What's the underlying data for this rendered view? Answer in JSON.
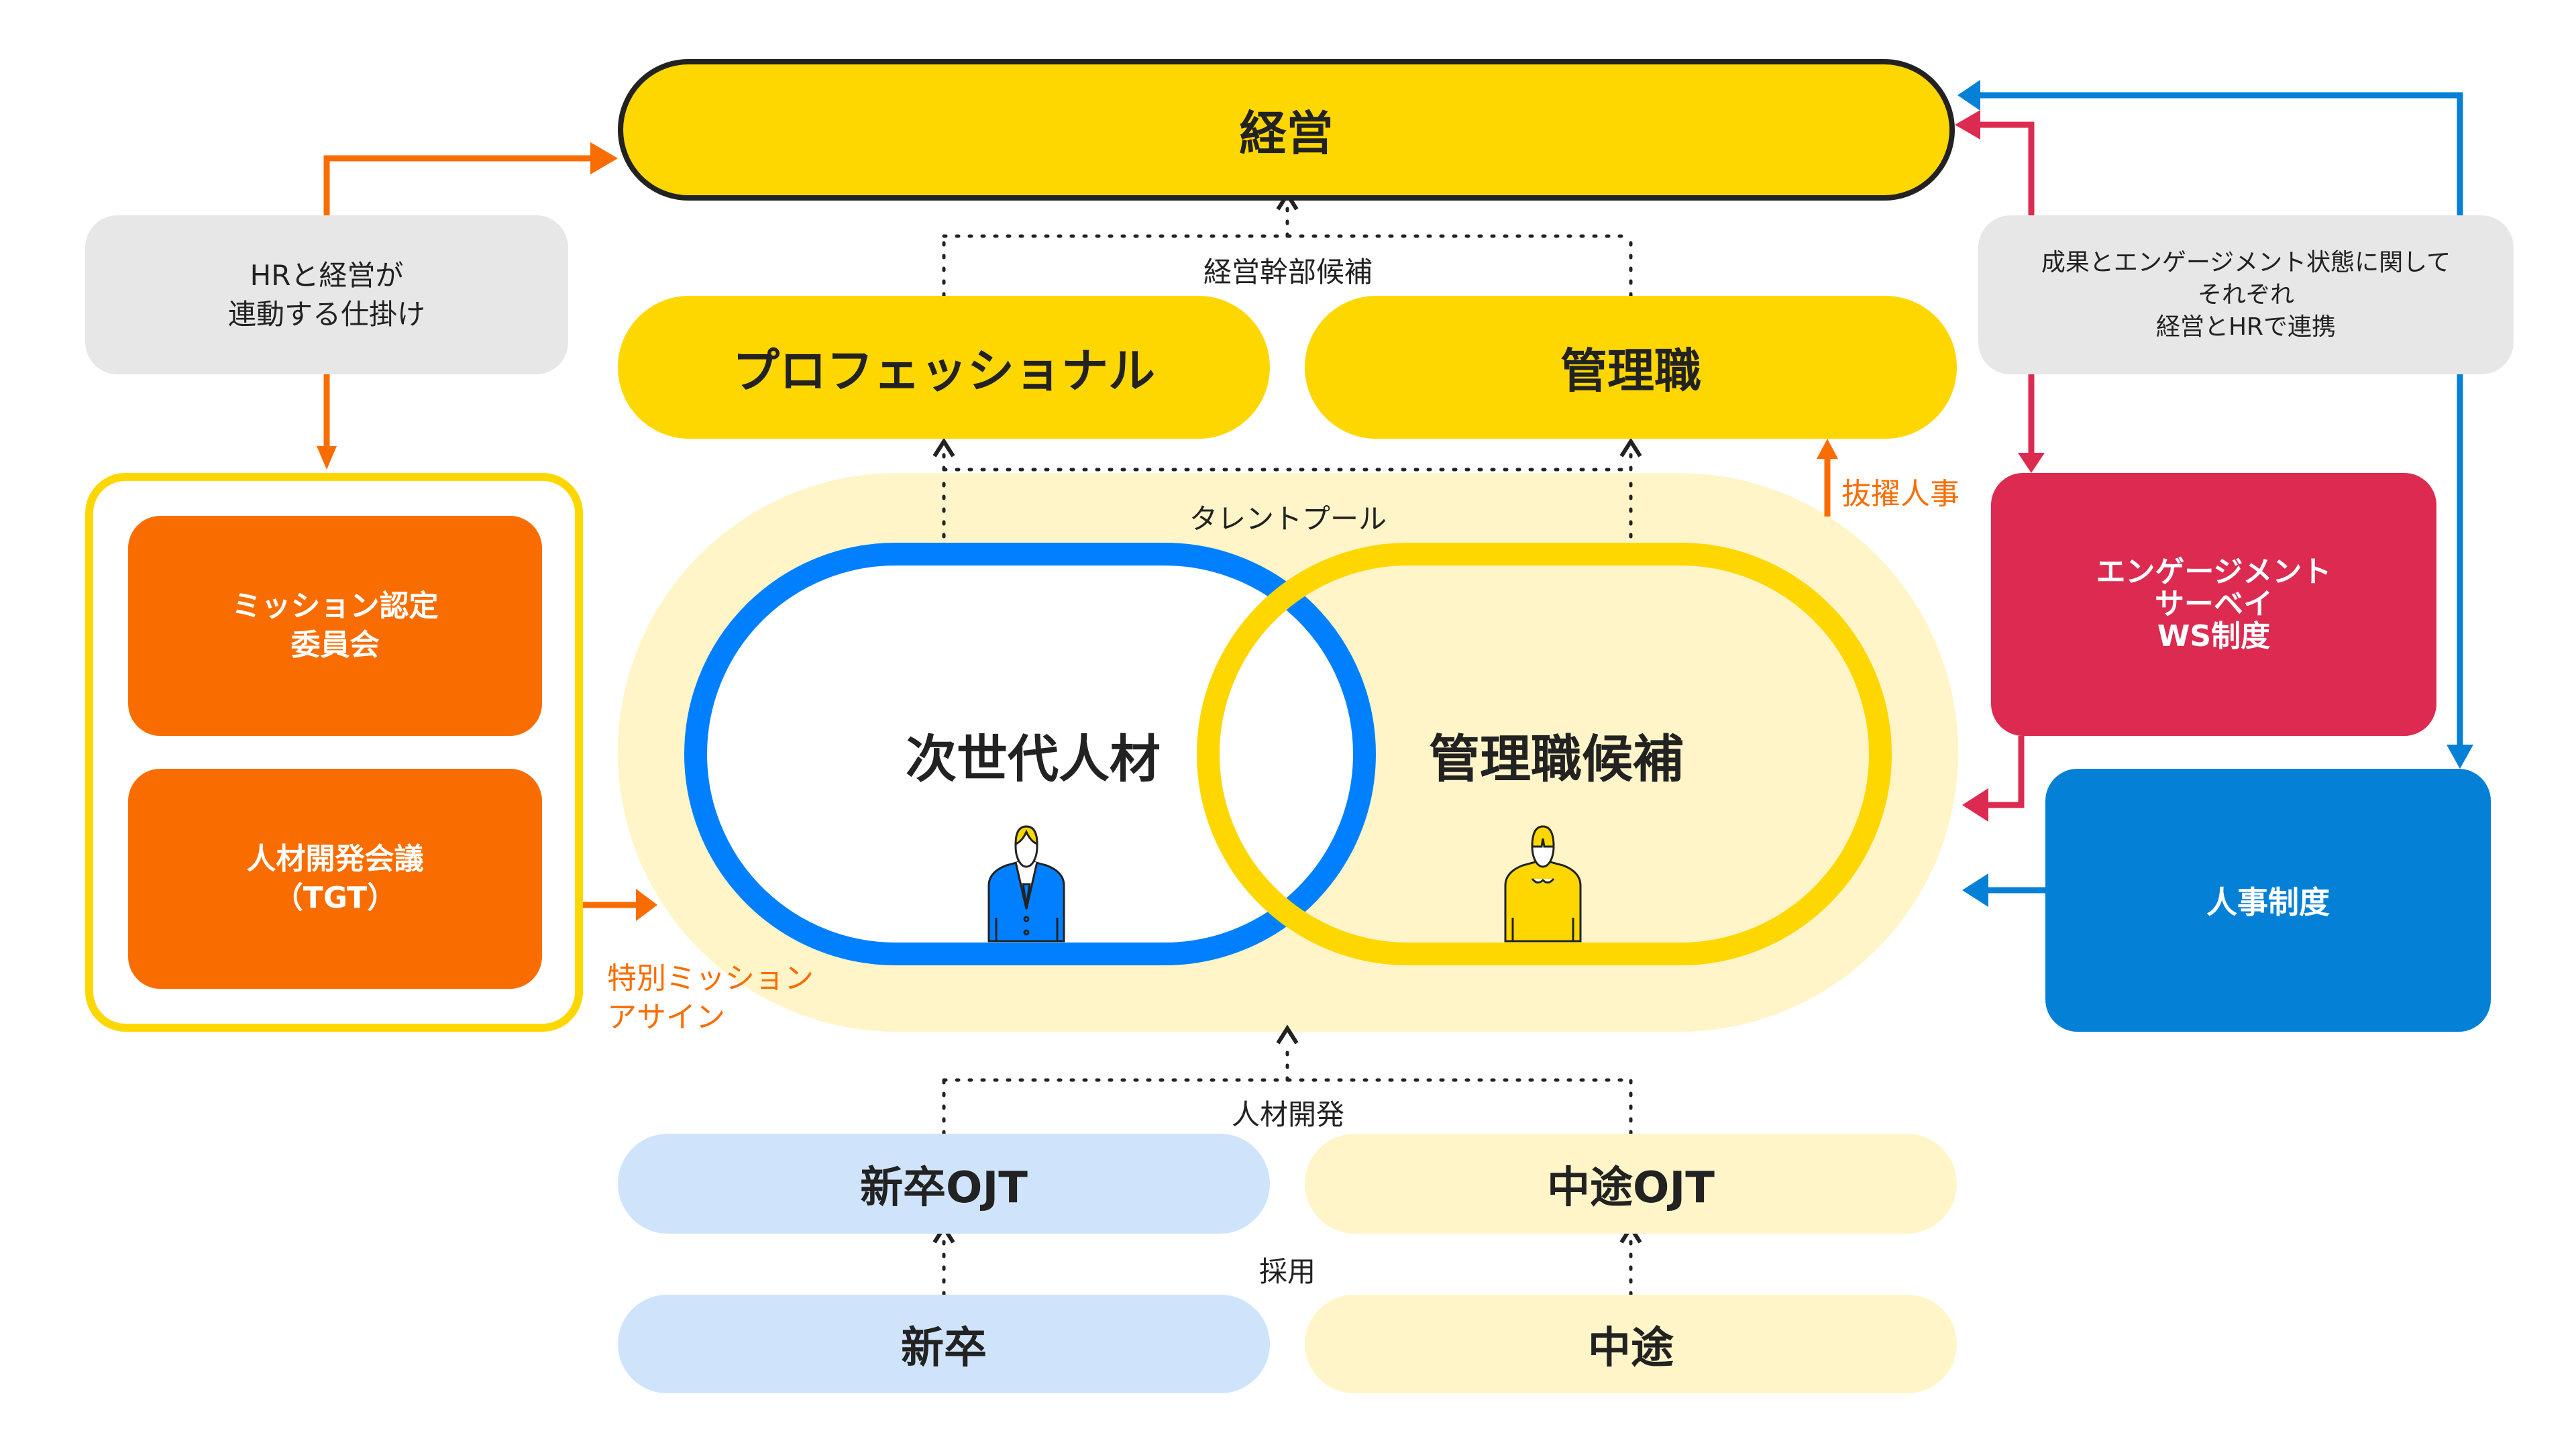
{
  "colors": {
    "yellow": "#FFD700",
    "light_yellow": "#FFF5C8",
    "light_blue": "#CFE4FB",
    "blue_ring": "#0080FF",
    "blue_box": "#0480D6",
    "orange": "#F96D00",
    "red": "#DC2A50",
    "gray_box": "#E7E7E7",
    "dark": "#222222"
  },
  "top": {
    "management": "経営",
    "exec_candidates_label": "経営幹部候補"
  },
  "left_note": {
    "lines": [
      "HRと経営が",
      "連動する仕掛け"
    ]
  },
  "right_note": {
    "lines": [
      "成果とエンゲージメント状態に関して",
      "それぞれ",
      "経営とHRで連携"
    ]
  },
  "career_tracks": {
    "professional": "プロフェッショナル",
    "manager": "管理職"
  },
  "talent_pool": {
    "label": "タレントプール",
    "next_gen": "次世代人材",
    "manager_candidate": "管理職候補",
    "promotion_label": "抜擢人事",
    "special_mission_label": [
      "特別ミッション",
      "アサイン"
    ]
  },
  "committees": {
    "mission_committee": [
      "ミッション認定",
      "委員会"
    ],
    "tgt": [
      "人材開発会議",
      "（TGT）"
    ]
  },
  "right_systems": {
    "engagement": [
      "エンゲージメント",
      "サーベイ",
      "WS制度"
    ],
    "hr_system": "人事制度"
  },
  "development": {
    "label": "人材開発",
    "new_grad_ojt": "新卒OJT",
    "mid_career_ojt": "中途OJT",
    "hiring_label": "採用",
    "new_grad": "新卒",
    "mid_career": "中途"
  }
}
